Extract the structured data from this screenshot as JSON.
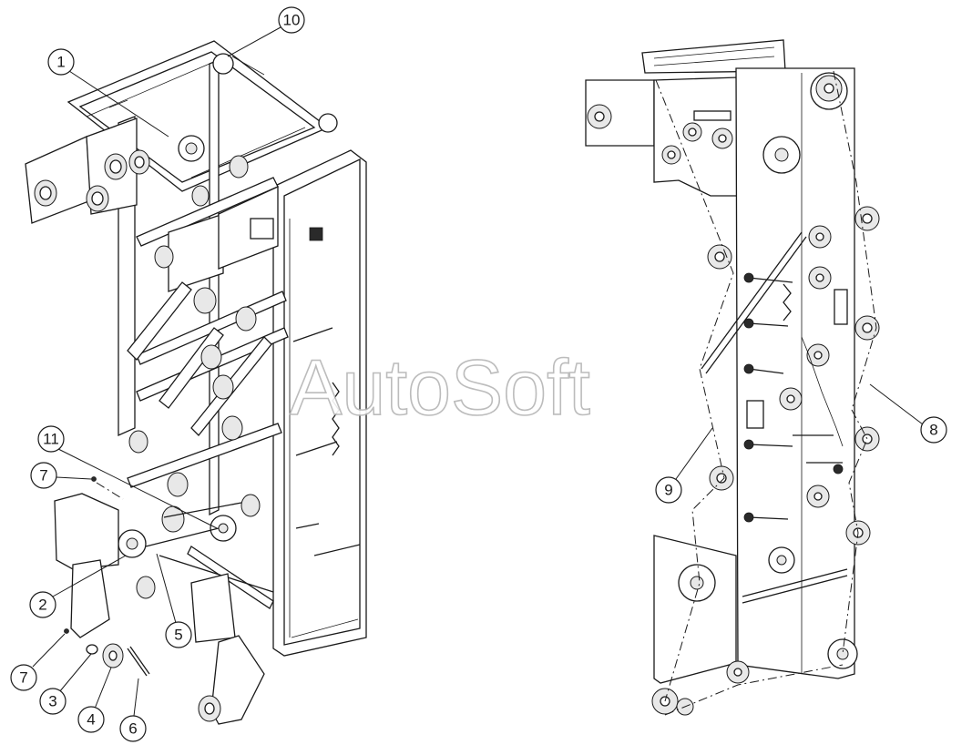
{
  "watermark": "AutoSoft",
  "callouts": [
    "1",
    "2",
    "3",
    "4",
    "5",
    "6",
    "7",
    "7",
    "8",
    "9",
    "10",
    "11"
  ]
}
